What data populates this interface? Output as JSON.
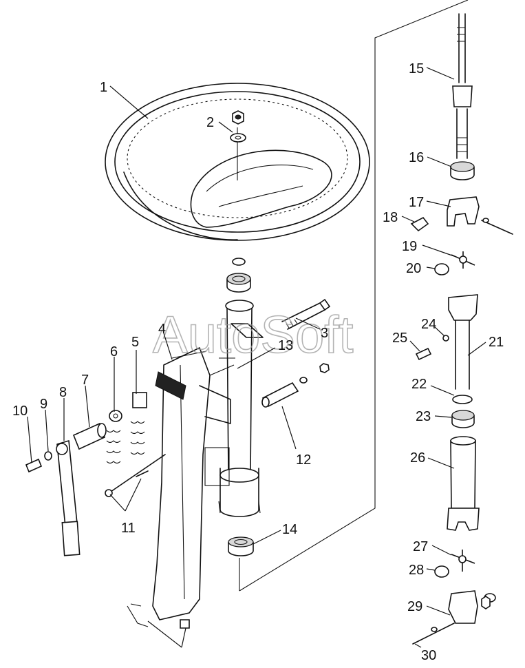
{
  "watermark": "AutoSoft",
  "callouts": [
    "1",
    "2",
    "3",
    "4",
    "5",
    "6",
    "7",
    "8",
    "9",
    "10",
    "11",
    "12",
    "13",
    "14",
    "15",
    "16",
    "17",
    "18",
    "19",
    "20",
    "21",
    "22",
    "23",
    "24",
    "25",
    "26",
    "27",
    "28",
    "29",
    "30"
  ]
}
